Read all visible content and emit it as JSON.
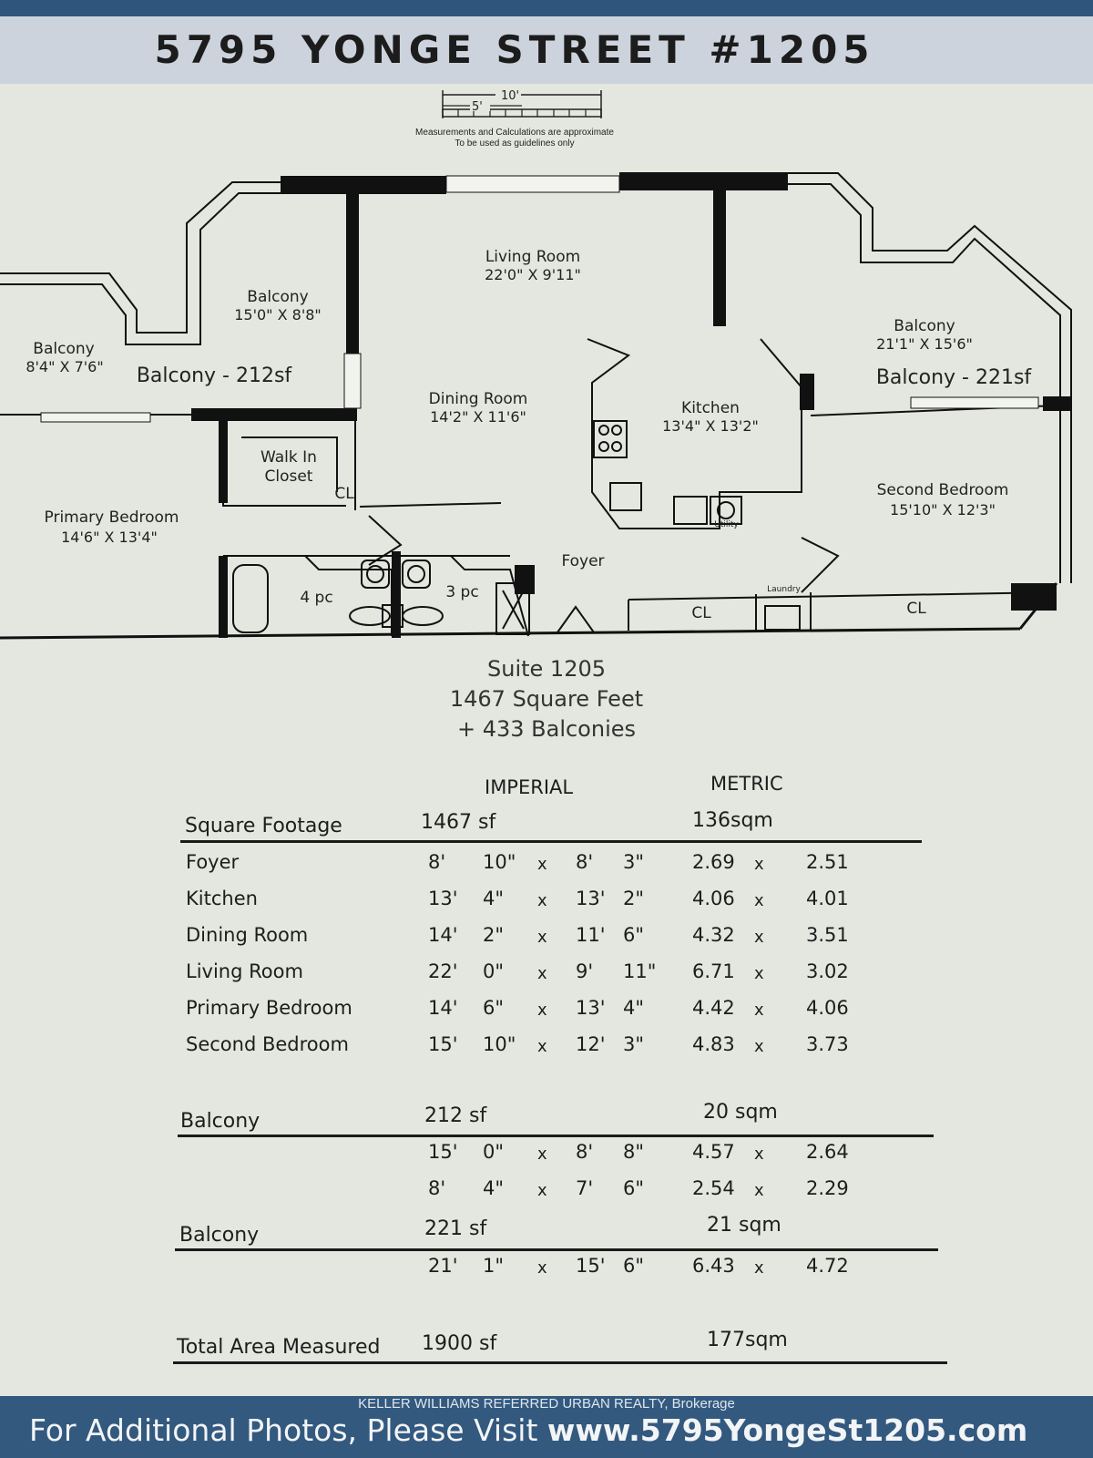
{
  "title": "5795 YONGE STREET #1205",
  "scale": {
    "big": "10'",
    "small": "5'"
  },
  "scale_note": {
    "line1": "Measurements and Calculations are approximate",
    "line2": "To be used as guidelines only"
  },
  "plan_labels": {
    "living_room": "Living Room",
    "living_room_dim": "22'0\" X 9'11\"",
    "balcony_a": "Balcony",
    "balcony_a_dim": "15'0\" X 8'8\"",
    "balcony_b": "Balcony",
    "balcony_b_dim": "8'4\" X 7'6\"",
    "balcony_left_total": "Balcony - 212sf",
    "balcony_c": "Balcony",
    "balcony_c_dim": "21'1\" X 15'6\"",
    "balcony_right_total": "Balcony - 221sf",
    "dining_room": "Dining Room",
    "dining_room_dim": "14'2\" X 11'6\"",
    "kitchen": "Kitchen",
    "kitchen_dim": "13'4\" X 13'2\"",
    "walk_in_closet": "Walk In",
    "walk_in_closet_2": "Closet",
    "cl": "CL",
    "primary_bedroom": "Primary Bedroom",
    "primary_bedroom_dim": "14'6\" X 13'4\"",
    "second_bedroom": "Second Bedroom",
    "second_bedroom_dim": "15'10\" X 12'3\"",
    "foyer": "Foyer",
    "bath_4pc": "4 pc",
    "bath_3pc": "3 pc",
    "utility": "Utility",
    "laundry": "Laundry"
  },
  "suite": {
    "line1": "Suite 1205",
    "line2": "1467 Square Feet",
    "line3": "+ 433 Balconies"
  },
  "table": {
    "imperial_header": "IMPERIAL",
    "metric_header": "METRIC",
    "square_footage": {
      "label": "Square Footage",
      "imperial": "1467 sf",
      "metric": "136sqm"
    },
    "rooms": [
      {
        "name": "Foyer",
        "a": "8'",
        "b": "10\"",
        "c": "8'",
        "d": "3\"",
        "m1": "2.69",
        "m2": "2.51"
      },
      {
        "name": "Kitchen",
        "a": "13'",
        "b": "4\"",
        "c": "13'",
        "d": "2\"",
        "m1": "4.06",
        "m2": "4.01"
      },
      {
        "name": "Dining Room",
        "a": "14'",
        "b": "2\"",
        "c": "11'",
        "d": "6\"",
        "m1": "4.32",
        "m2": "3.51"
      },
      {
        "name": "Living Room",
        "a": "22'",
        "b": "0\"",
        "c": "9'",
        "d": "11\"",
        "m1": "6.71",
        "m2": "3.02"
      },
      {
        "name": "Primary Bedroom",
        "a": "14'",
        "b": "6\"",
        "c": "13'",
        "d": "4\"",
        "m1": "4.42",
        "m2": "4.06"
      },
      {
        "name": "Second Bedroom",
        "a": "15'",
        "b": "10\"",
        "c": "12'",
        "d": "3\"",
        "m1": "4.83",
        "m2": "3.73"
      }
    ],
    "balcony1": {
      "label": "Balcony",
      "imperial": "212 sf",
      "metric": "20 sqm",
      "rows": [
        {
          "a": "15'",
          "b": "0\"",
          "c": "8'",
          "d": "8\"",
          "m1": "4.57",
          "m2": "2.64"
        },
        {
          "a": "8'",
          "b": "4\"",
          "c": "7'",
          "d": "6\"",
          "m1": "2.54",
          "m2": "2.29"
        }
      ]
    },
    "balcony2": {
      "label": "Balcony",
      "imperial": "221 sf",
      "metric": "21 sqm",
      "rows": [
        {
          "a": "21'",
          "b": "1\"",
          "c": "15'",
          "d": "6\"",
          "m1": "6.43",
          "m2": "4.72"
        }
      ]
    },
    "total": {
      "label": "Total Area Measured",
      "imperial": "1900 sf",
      "metric": "177sqm"
    },
    "x": "x"
  },
  "footer": {
    "brokerage": "KELLER WILLIAMS REFERRED URBAN REALTY, Brokerage",
    "visit_text": "For Additional Photos, Please Visit ",
    "url": "www.5795YongeSt1205.com"
  }
}
